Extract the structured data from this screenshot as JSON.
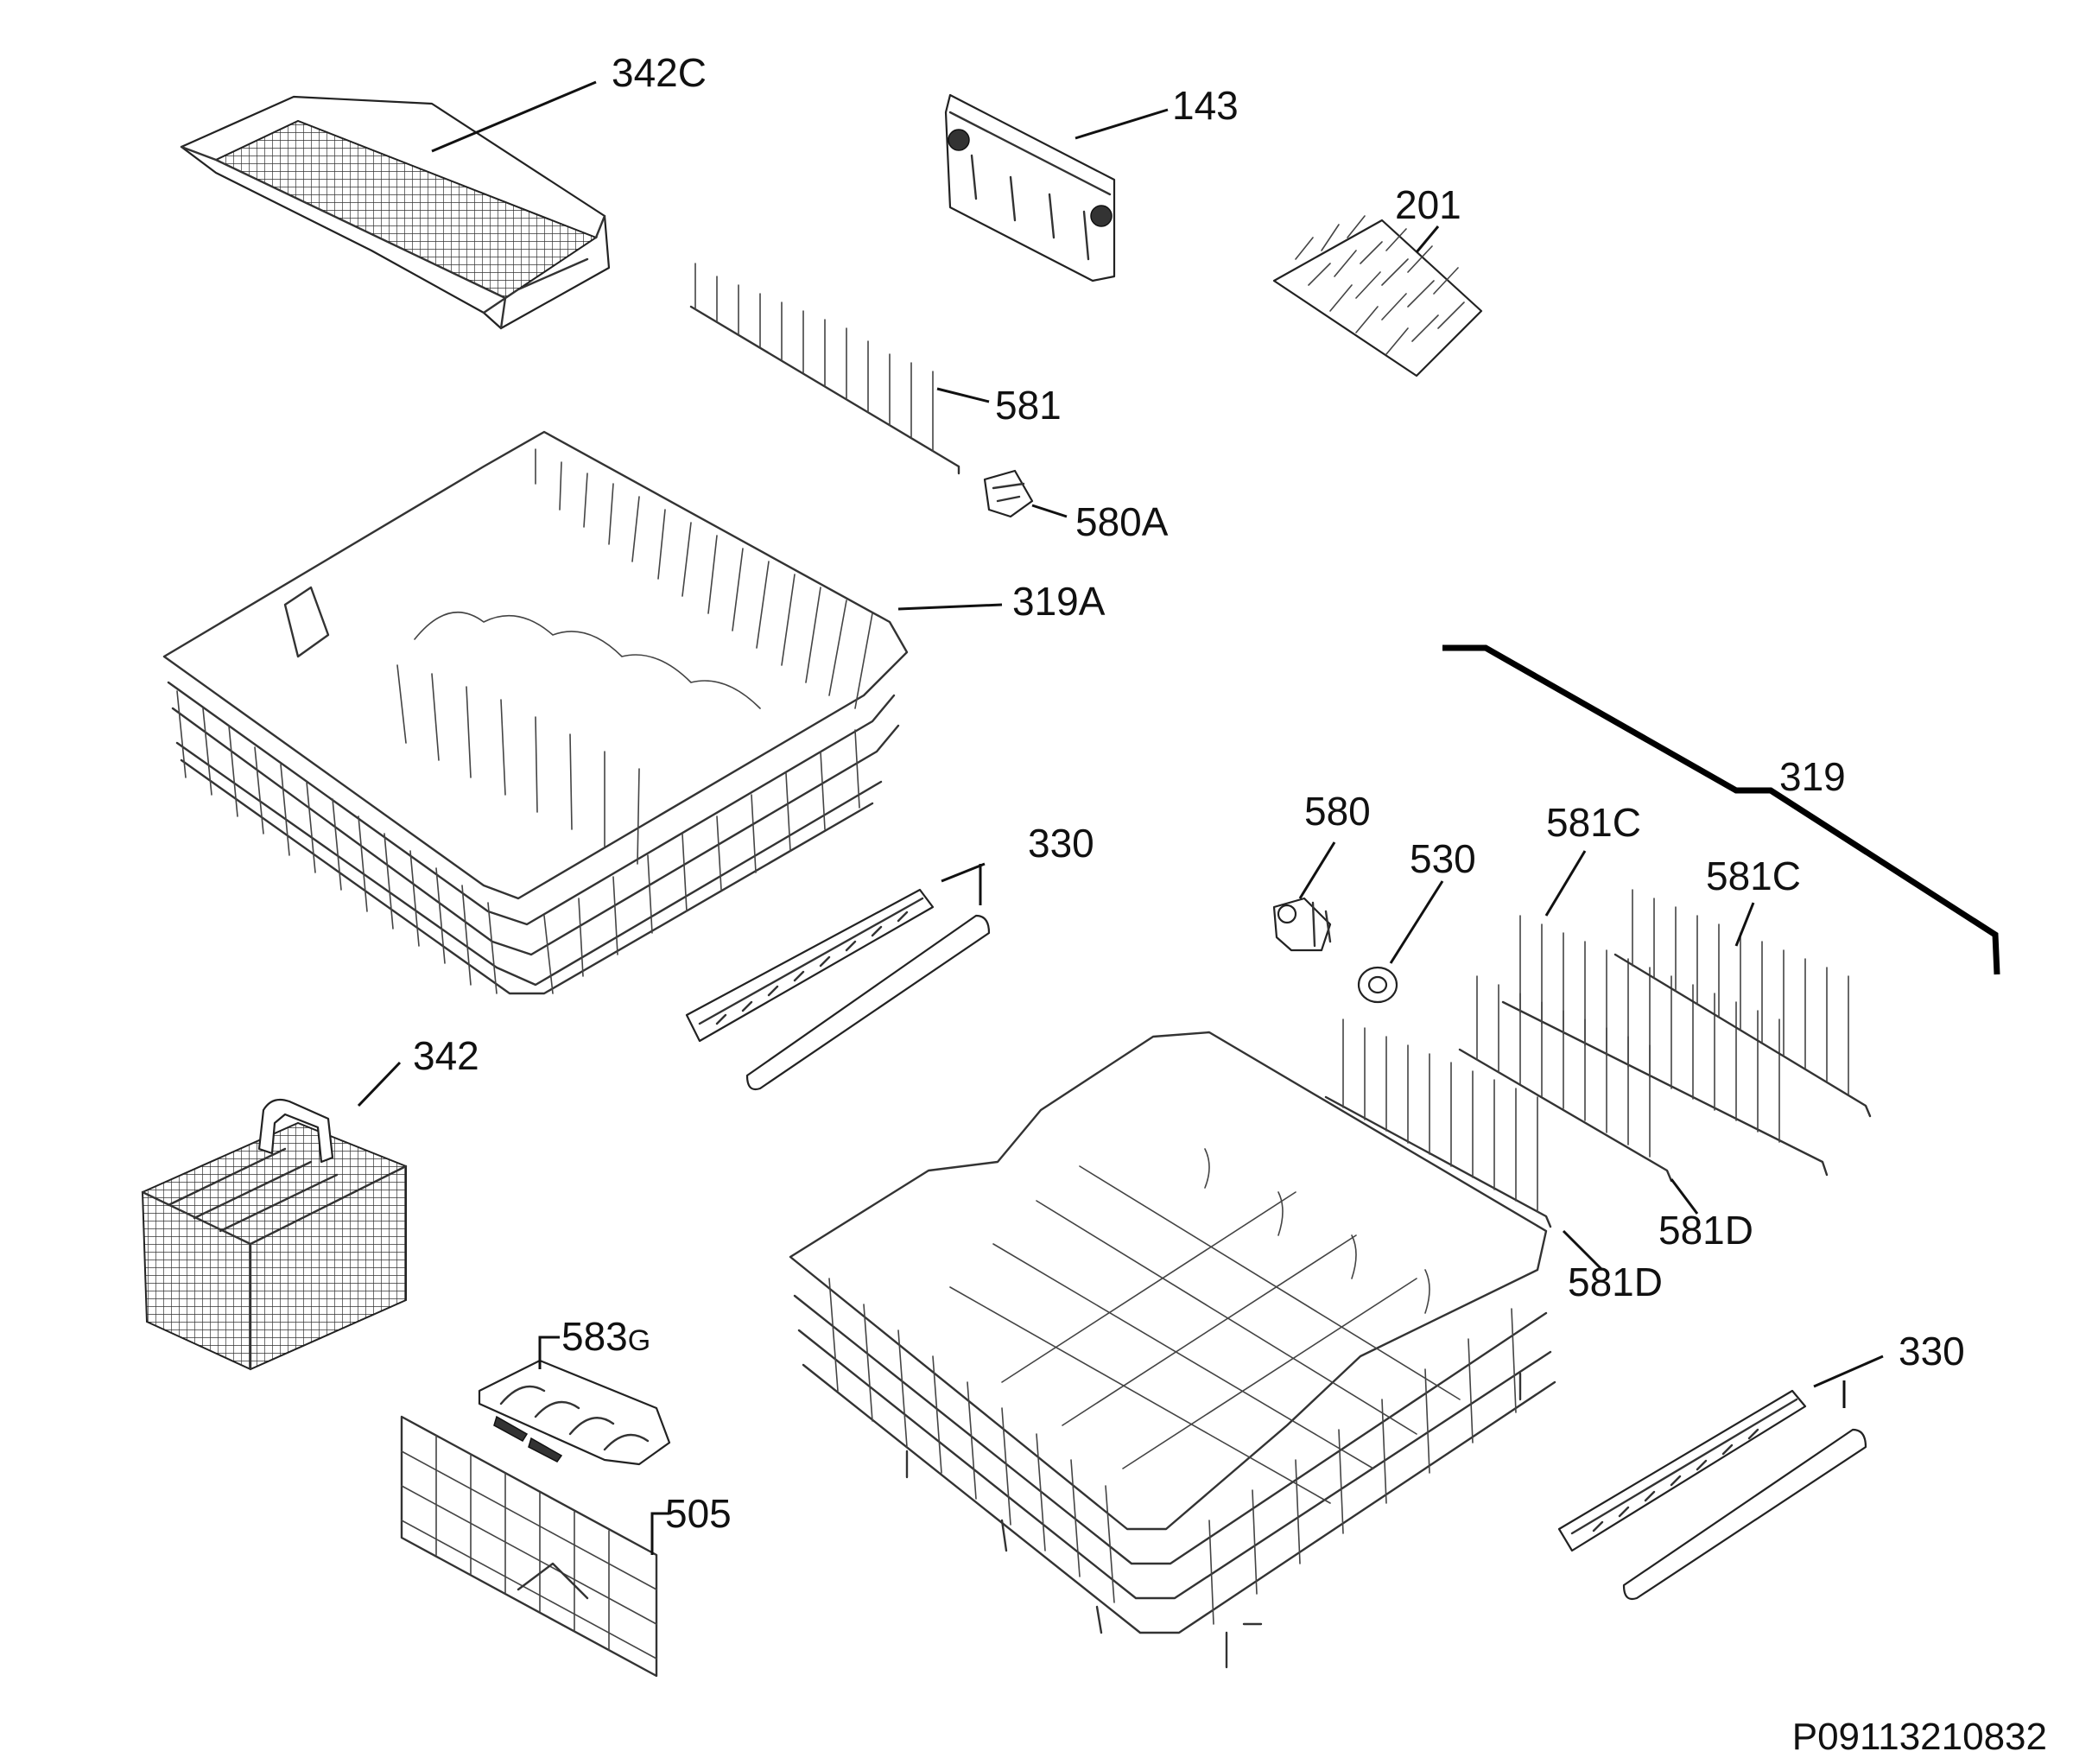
{
  "labels": {
    "l342C": "342C",
    "l143": "143",
    "l201": "201",
    "l581": "581",
    "l580A": "580A",
    "l319A": "319A",
    "l319": "319",
    "l330a": "330",
    "l580": "580",
    "l530": "530",
    "l581Ca": "581C",
    "l581Cb": "581C",
    "l342": "342",
    "l581Da": "581D",
    "l581Db": "581D",
    "l583_main": "583",
    "l583_suffix": "G",
    "l505": "505",
    "l330b": "330"
  },
  "reference_code": "P09113210832"
}
